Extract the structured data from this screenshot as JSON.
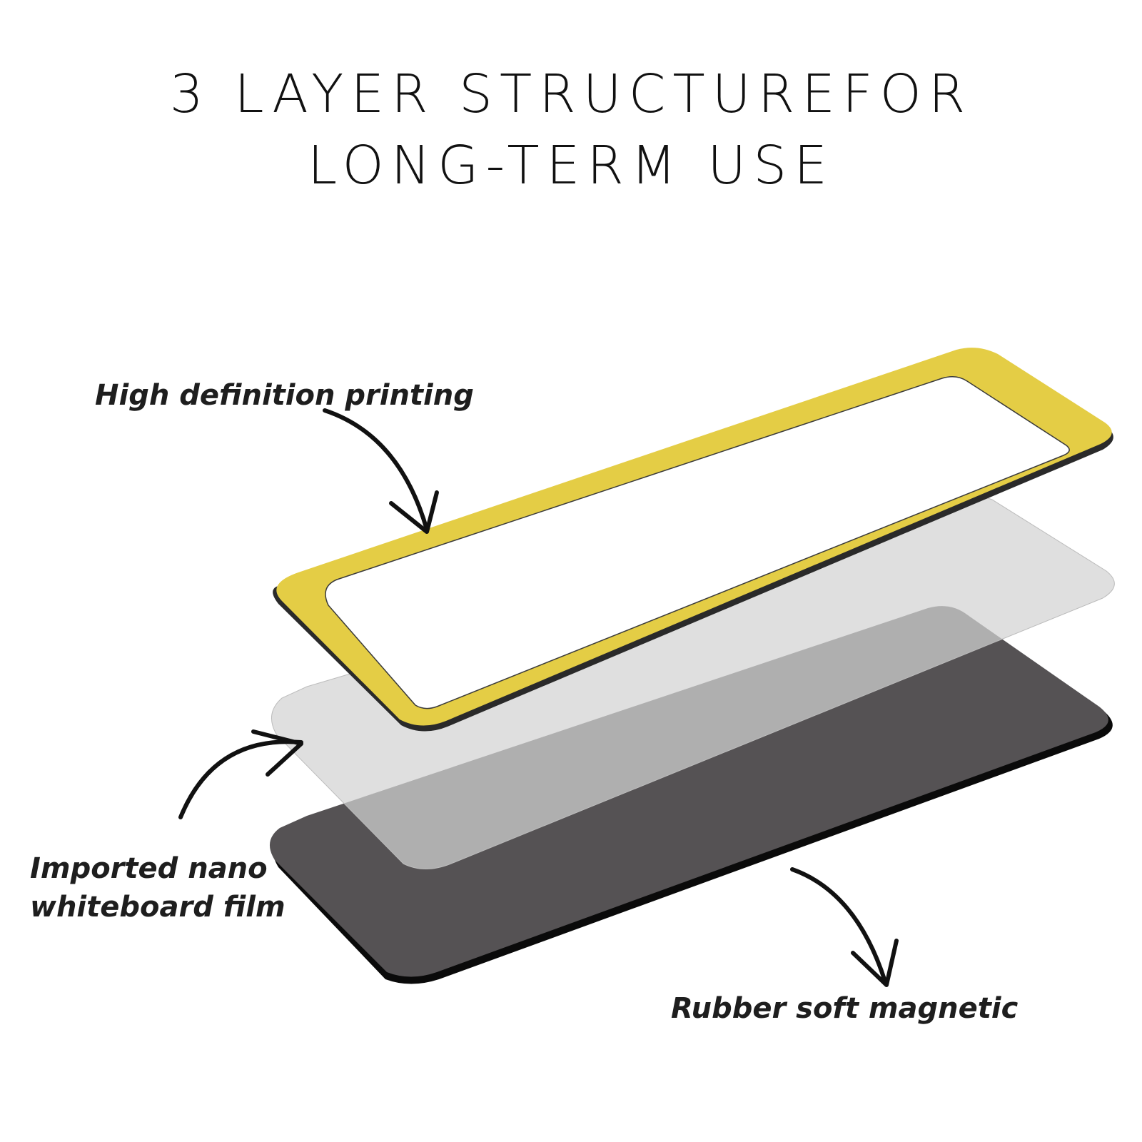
{
  "title": {
    "line1": "3 LAYER STRUCTUREFOR",
    "line2": "LONG-TERM USE"
  },
  "labels": {
    "top_layer": "High definition printing",
    "middle_layer_line1": "Imported nano",
    "middle_layer_line2": "whiteboard film",
    "bottom_layer": "Rubber soft magnetic"
  },
  "colors": {
    "frame_yellow": "#e4cd45",
    "film_gray": "#d6d6d6",
    "magnet_dark": "#555254",
    "ink": "#111111"
  }
}
